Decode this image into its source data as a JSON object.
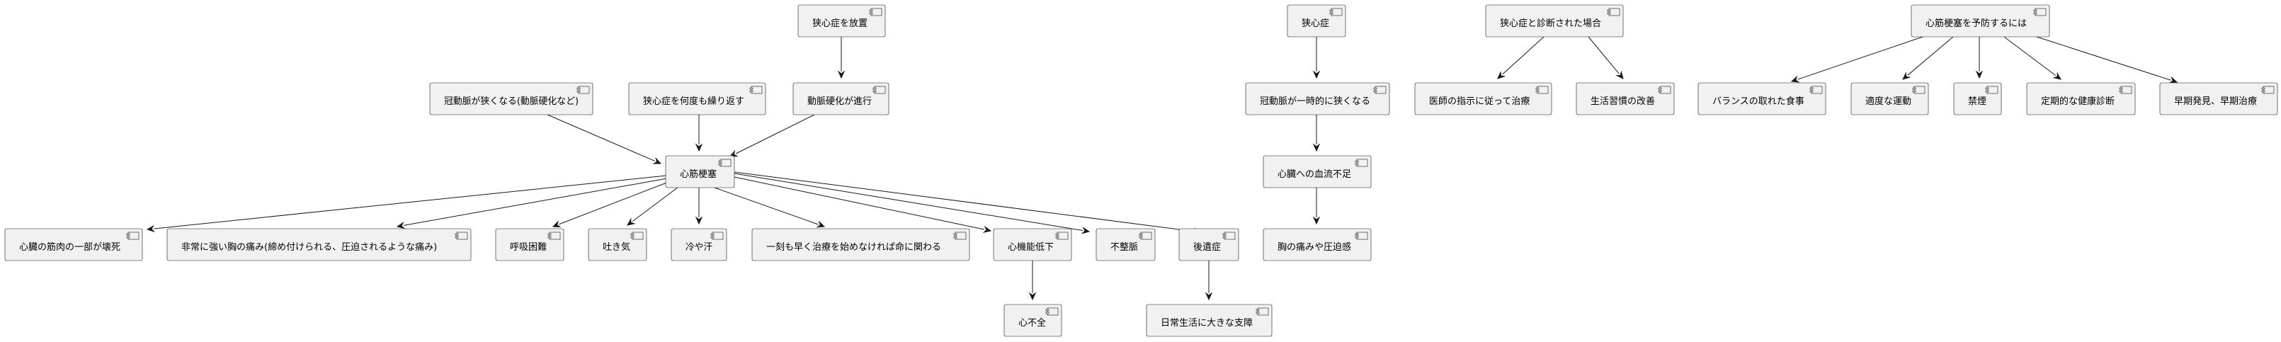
{
  "nodes": {
    "neglect_angina": "狭心症を放置",
    "coronary_narrowing": "冠動脈が狭くなる(動脈硬化など)",
    "repeated_angina": "狭心症を何度も繰り返す",
    "arteriosclerosis_progress": "動脈硬化が進行",
    "myocardial_infarction": "心筋梗塞",
    "heart_muscle_necrosis": "心臓の筋肉の一部が壊死",
    "severe_chest_pain": "非常に強い胸の痛み(締め付けられる、圧迫されるような痛み)",
    "dyspnea": "呼吸困難",
    "nausea": "吐き気",
    "cold_sweat": "冷や汗",
    "urgent_treatment": "一刻も早く治療を始めなければ命に関わる",
    "cardiac_decline": "心機能低下",
    "arrhythmia": "不整脈",
    "sequelae": "後遺症",
    "heart_failure": "心不全",
    "daily_life_impact": "日常生活に大きな支障",
    "angina": "狭心症",
    "coronary_temp_narrow": "冠動脈が一時的に狭くなる",
    "heart_blood_shortage": "心臓への血流不足",
    "chest_pressure": "胸の痛みや圧迫感",
    "angina_diagnosed": "狭心症と診断された場合",
    "follow_doctor": "医師の指示に従って治療",
    "lifestyle_improve": "生活習慣の改善",
    "prevent_mi": "心筋梗塞を予防するには",
    "balanced_diet": "バランスの取れた食事",
    "moderate_exercise": "適度な運動",
    "no_smoking": "禁煙",
    "regular_checkup": "定期的な健康診断",
    "early_detection": "早期発見、早期治療"
  }
}
